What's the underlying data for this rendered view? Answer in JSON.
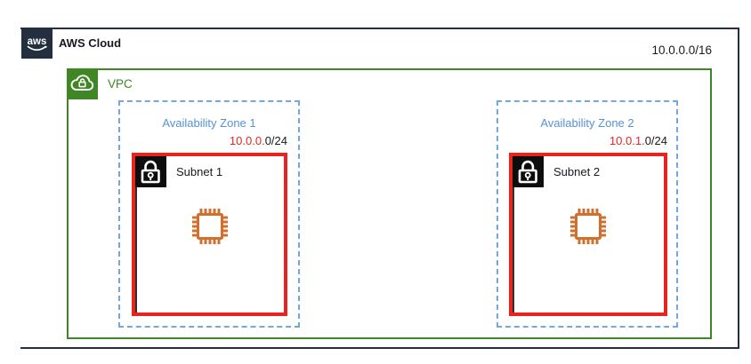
{
  "aws_cloud": {
    "logo_text": "aws",
    "label": "AWS Cloud",
    "cidr": "10.0.0.0/16"
  },
  "vpc": {
    "label": "VPC"
  },
  "zones": [
    {
      "label": "Availability Zone 1",
      "cidr_prefix": "10.0.0.",
      "cidr_suffix": "0/24",
      "subnet": {
        "label": "Subnet 1"
      }
    },
    {
      "label": "Availability Zone 2",
      "cidr_prefix": "10.0.1.",
      "cidr_suffix": "0/24",
      "subnet": {
        "label": "Subnet 2"
      }
    }
  ],
  "colors": {
    "aws_dark": "#232F3E",
    "vpc_green": "#3F8624",
    "az_text_blue": "#5692D8",
    "az_border_blue": "#74A7DE",
    "subnet_red": "#E7241D",
    "chip_orange": "#D0702F",
    "subnet_icon_black": "#0D0D0D",
    "text_dark": "#16191F"
  }
}
